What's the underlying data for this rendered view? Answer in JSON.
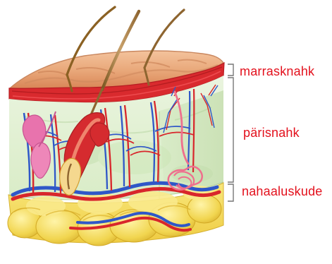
{
  "labels": {
    "epidermis": "marrasknahk",
    "dermis": "pärisnahk",
    "hypodermis": "nahaaluskude"
  },
  "colors": {
    "label_text": "#e3101c",
    "bracket": "#777777",
    "epidermis_surface": "#e9ad7e",
    "epidermis_red_band": "#d8262b",
    "dermis_tint": "#d8ecc5",
    "fat": "#f2d94e",
    "artery": "#d8262b",
    "vein": "#2f57c8",
    "hair": "#a77b3d",
    "gland": "#e873ad",
    "sweat_coil": "#ef6f8d"
  },
  "icons": {
    "hair_follicle": "hair-follicle-icon",
    "sweat_gland": "sweat-gland-icon",
    "sebaceous_gland": "sebaceous-gland-icon"
  }
}
